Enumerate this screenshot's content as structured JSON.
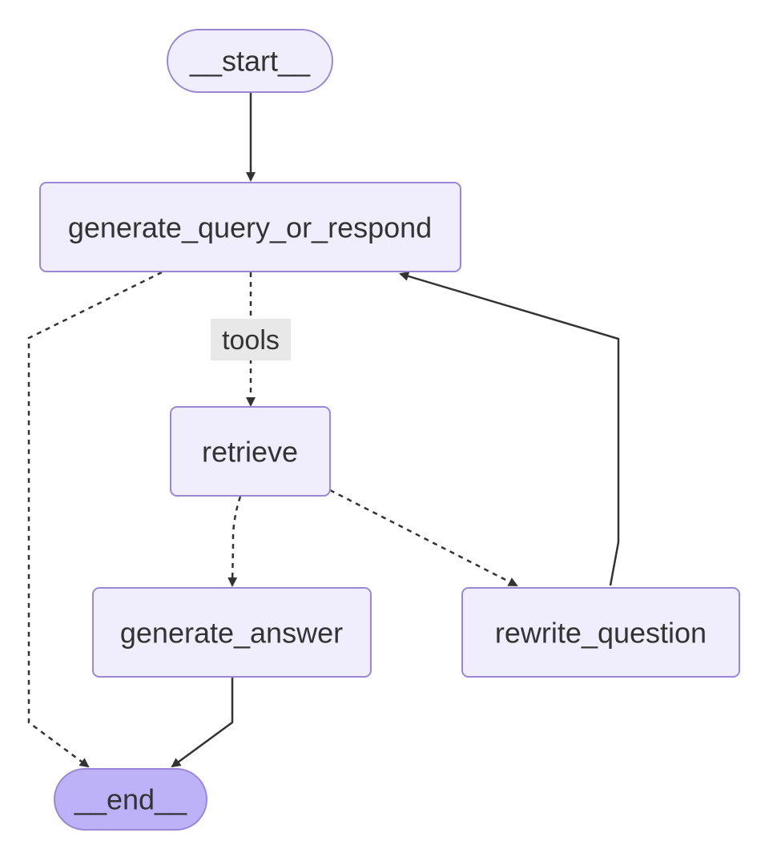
{
  "nodes": {
    "start": {
      "label": "__start__"
    },
    "generate_query_or_respond": {
      "label": "generate_query_or_respond"
    },
    "retrieve": {
      "label": "retrieve"
    },
    "generate_answer": {
      "label": "generate_answer"
    },
    "rewrite_question": {
      "label": "rewrite_question"
    },
    "end": {
      "label": "__end__"
    }
  },
  "edges": {
    "tools_label": "tools"
  },
  "colors": {
    "node_fill": "#f0eefc",
    "node_stroke": "#9a88d6",
    "end_fill": "#bdb2f7",
    "edge": "#333333",
    "label_bg": "#e8e8e8"
  }
}
